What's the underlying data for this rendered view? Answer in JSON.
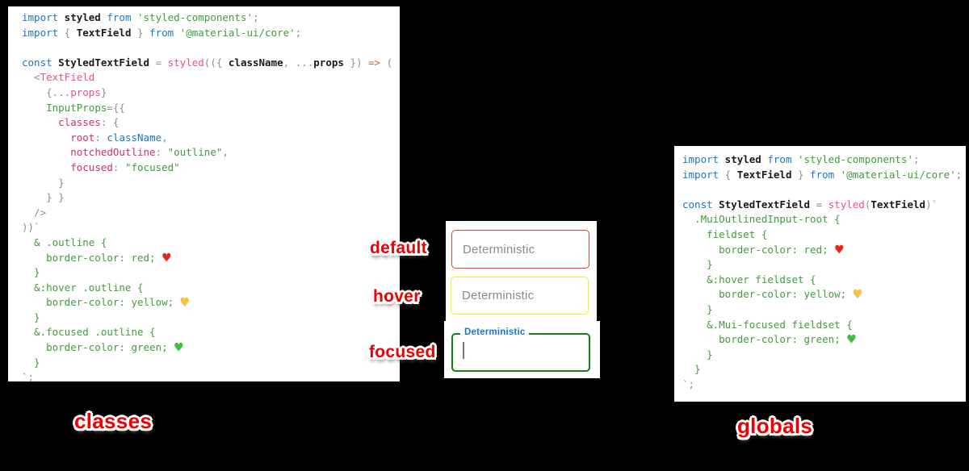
{
  "colors": {
    "background": "#000000",
    "panel_bg": "#ffffff",
    "keyword_blue": "#1878c8",
    "string_green": "#3f9e3a",
    "key_magenta": "#d12d6f",
    "fn_pink": "#ef4f85",
    "arrow_orange": "#b5722f",
    "punct_gray": "#8f8f8f",
    "annotation_red": "#ee0000",
    "default_border": "#f43b2d",
    "hover_border": "#f5ef1e",
    "focused_border": "#108410",
    "focused_label_blue": "#1976d2",
    "placeholder_gray": "#8a8a8a"
  },
  "labels": {
    "default": "default",
    "hover": "hover",
    "focused": "focused",
    "classes": "classes",
    "globals": "globals"
  },
  "fields": {
    "default": {
      "placeholder": "Deterministic",
      "border": "#f43b2d"
    },
    "hover": {
      "placeholder": "Deterministic",
      "border": "#f5ef1e"
    },
    "focused": {
      "label": "Deterministic",
      "border": "#108410"
    }
  },
  "code_panels": {
    "classes": {
      "lines": [
        [
          [
            "k",
            "import"
          ],
          [
            "i",
            " styled "
          ],
          [
            "k",
            "from"
          ],
          [
            "s",
            " 'styled-components'"
          ],
          [
            "p",
            ";"
          ]
        ],
        [
          [
            "k",
            "import"
          ],
          [
            "p",
            " { "
          ],
          [
            "i",
            "TextField"
          ],
          [
            "p",
            " } "
          ],
          [
            "k",
            "from"
          ],
          [
            "s",
            " '@material-ui/core'"
          ],
          [
            "p",
            ";"
          ]
        ],
        [],
        [
          [
            "k",
            "const"
          ],
          [
            "i",
            " StyledTextField "
          ],
          [
            "p",
            "= "
          ],
          [
            "f",
            "styled"
          ],
          [
            "p",
            "(({ "
          ],
          [
            "i",
            "className"
          ],
          [
            "p",
            ", ..."
          ],
          [
            "i",
            "props"
          ],
          [
            "p",
            " }) "
          ],
          [
            "a",
            "=>"
          ],
          [
            "p",
            " ("
          ]
        ],
        [
          [
            "p",
            "  <"
          ],
          [
            "f",
            "TextField"
          ]
        ],
        [
          [
            "p",
            "    {..."
          ],
          [
            "f",
            "props"
          ],
          [
            "p",
            "}"
          ]
        ],
        [
          [
            "p",
            "    "
          ],
          [
            "g",
            "InputProps"
          ],
          [
            "p",
            "={{"
          ]
        ],
        [
          [
            "p",
            "      "
          ],
          [
            "m",
            "classes"
          ],
          [
            "p",
            ": {"
          ]
        ],
        [
          [
            "p",
            "        "
          ],
          [
            "m",
            "root"
          ],
          [
            "p",
            ": "
          ],
          [
            "k",
            "className"
          ],
          [
            "p",
            ","
          ]
        ],
        [
          [
            "p",
            "        "
          ],
          [
            "m",
            "notchedOutline"
          ],
          [
            "p",
            ": "
          ],
          [
            "s",
            "\"outline\""
          ],
          [
            "p",
            ","
          ]
        ],
        [
          [
            "p",
            "        "
          ],
          [
            "m",
            "focused"
          ],
          [
            "p",
            ": "
          ],
          [
            "s",
            "\"focused\""
          ]
        ],
        [
          [
            "p",
            "      }"
          ]
        ],
        [
          [
            "p",
            "    } }"
          ]
        ],
        [
          [
            "p",
            "  />"
          ]
        ],
        [
          [
            "p",
            "))`"
          ]
        ],
        [
          [
            "c",
            "  & .outline {"
          ]
        ],
        [
          [
            "c",
            "    border-color: red; "
          ],
          [
            "hr",
            "♥"
          ]
        ],
        [
          [
            "c",
            "  }"
          ]
        ],
        [
          [
            "c",
            "  &:hover .outline {"
          ]
        ],
        [
          [
            "c",
            "    border-color: yellow; "
          ],
          [
            "hy",
            "♥"
          ]
        ],
        [
          [
            "c",
            "  }"
          ]
        ],
        [
          [
            "c",
            "  &.focused .outline {"
          ]
        ],
        [
          [
            "c",
            "    border-color: green; "
          ],
          [
            "hg",
            "♥"
          ]
        ],
        [
          [
            "c",
            "  }"
          ]
        ],
        [
          [
            "p",
            "`;"
          ]
        ]
      ]
    },
    "globals": {
      "lines": [
        [
          [
            "k",
            "import"
          ],
          [
            "i",
            " styled "
          ],
          [
            "k",
            "from"
          ],
          [
            "s",
            " 'styled-components'"
          ],
          [
            "p",
            ";"
          ]
        ],
        [
          [
            "k",
            "import"
          ],
          [
            "p",
            " { "
          ],
          [
            "i",
            "TextField"
          ],
          [
            "p",
            " } "
          ],
          [
            "k",
            "from"
          ],
          [
            "s",
            " '@material-ui/core'"
          ],
          [
            "p",
            ";"
          ]
        ],
        [],
        [
          [
            "k",
            "const"
          ],
          [
            "i",
            " StyledTextField "
          ],
          [
            "p",
            "= "
          ],
          [
            "f",
            "styled"
          ],
          [
            "p",
            "("
          ],
          [
            "i",
            "TextField"
          ],
          [
            "p",
            ")`"
          ]
        ],
        [
          [
            "c",
            "  .MuiOutlinedInput-root {"
          ]
        ],
        [
          [
            "c",
            "    fieldset {"
          ]
        ],
        [
          [
            "c",
            "      border-color: red; "
          ],
          [
            "hr",
            "♥"
          ]
        ],
        [
          [
            "c",
            "    }"
          ]
        ],
        [
          [
            "c",
            "    &:hover fieldset {"
          ]
        ],
        [
          [
            "c",
            "      border-color: yellow; "
          ],
          [
            "hy",
            "♥"
          ]
        ],
        [
          [
            "c",
            "    }"
          ]
        ],
        [
          [
            "c",
            "    &.Mui-focused fieldset {"
          ]
        ],
        [
          [
            "c",
            "      border-color: green; "
          ],
          [
            "hg",
            "♥"
          ]
        ],
        [
          [
            "c",
            "    }"
          ]
        ],
        [
          [
            "c",
            "  }"
          ]
        ],
        [
          [
            "p",
            "`;"
          ]
        ]
      ]
    }
  }
}
